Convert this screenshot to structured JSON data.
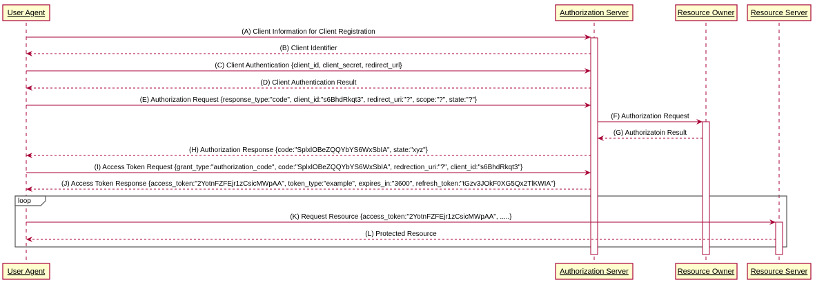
{
  "participants": [
    {
      "id": "ua",
      "label": "User Agent"
    },
    {
      "id": "as",
      "label": "Authorization Server"
    },
    {
      "id": "ro",
      "label": "Resource Owner"
    },
    {
      "id": "rs",
      "label": "Resource Server"
    }
  ],
  "messages": [
    {
      "from": "ua",
      "to": "as",
      "style": "solid",
      "label": "(A) Client Information for Client Registration"
    },
    {
      "from": "as",
      "to": "ua",
      "style": "dashed",
      "label": "(B) Client Identifier"
    },
    {
      "from": "ua",
      "to": "as",
      "style": "solid",
      "label": "(C) Client Authentication {client_id, client_secret, redirect_url}"
    },
    {
      "from": "as",
      "to": "ua",
      "style": "dashed",
      "label": "(D) Client Authentication Result"
    },
    {
      "from": "ua",
      "to": "as",
      "style": "solid",
      "label": "(E) Authorization Request {response_type:\"code\", client_id:\"s6BhdRkqt3\", redirect_uri:\"?\", scope:\"?\", state:\"?\"}"
    },
    {
      "from": "as",
      "to": "ro",
      "style": "solid",
      "label": "(F) Authorization Request"
    },
    {
      "from": "ro",
      "to": "as",
      "style": "dashed",
      "label": "(G) Authorizatoin Result"
    },
    {
      "from": "as",
      "to": "ua",
      "style": "dashed",
      "label": "(H) Authorization Response {code:\"SplxlOBeZQQYbYS6WxSbIA\", state:\"xyz\"}"
    },
    {
      "from": "ua",
      "to": "as",
      "style": "solid",
      "label": "(I) Access Token Request {grant_type:\"authorization_code\", code:\"SplxlOBeZQQYbYS6WxSbIA\", redrection_uri:\"?\", client_id:\"s6BhdRkqt3\"}"
    },
    {
      "from": "as",
      "to": "ua",
      "style": "dashed",
      "label": "(J) Access Token Response {access_token:\"2YotnFZFEjr1zCsicMWpAA\", token_type:\"example\", expires_in:\"3600\", refresh_token:\"tGzv3JOkF0XG5Qx2TlKWIA\"}"
    },
    {
      "from": "ua",
      "to": "rs",
      "style": "solid",
      "label": "(K) Request Resource {access_token:\"2YotnFZFEjr1zCsicMWpAA\", .....}"
    },
    {
      "from": "rs",
      "to": "ua",
      "style": "dashed",
      "label": "(L) Protected Resource"
    }
  ],
  "loop": {
    "label": "loop"
  },
  "colors": {
    "border": "#A80036",
    "participant_fill": "#FEFECE",
    "frame": "#555555"
  }
}
